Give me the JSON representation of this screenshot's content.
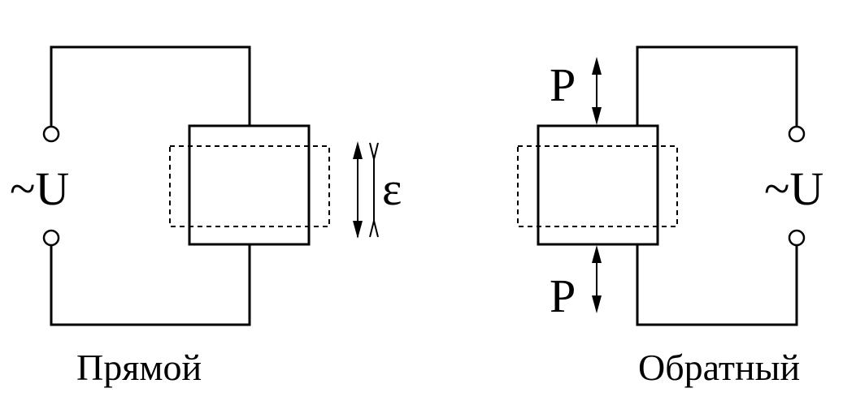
{
  "left_circuit": {
    "voltage_label": "~U",
    "strain_label": "ε",
    "caption": "Прямой"
  },
  "right_circuit": {
    "voltage_label": "~U",
    "force_top_label": "P",
    "force_bottom_label": "P",
    "caption": "Обратный"
  },
  "colors": {
    "line": "#000000",
    "background": "#ffffff"
  }
}
